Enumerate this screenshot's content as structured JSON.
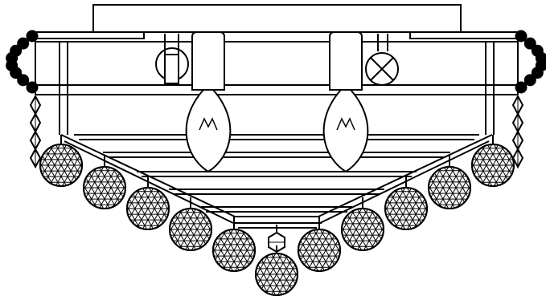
{
  "colors": {
    "stroke": "#000000",
    "background": "#ffffff"
  },
  "fixture": {
    "bulbs": 2,
    "crystal_balls_per_side": 6,
    "center_ornament": "faceted-bead-with-crystal-ball",
    "side_chain_type": "beaded-loop",
    "side_pendant_type": "diamond-drops"
  },
  "icons": {
    "socket": "socket-icon",
    "indicator": "lamp-indicator-icon",
    "bulb": "candle-bulb-icon",
    "crystal": "crystal-ball-icon"
  }
}
